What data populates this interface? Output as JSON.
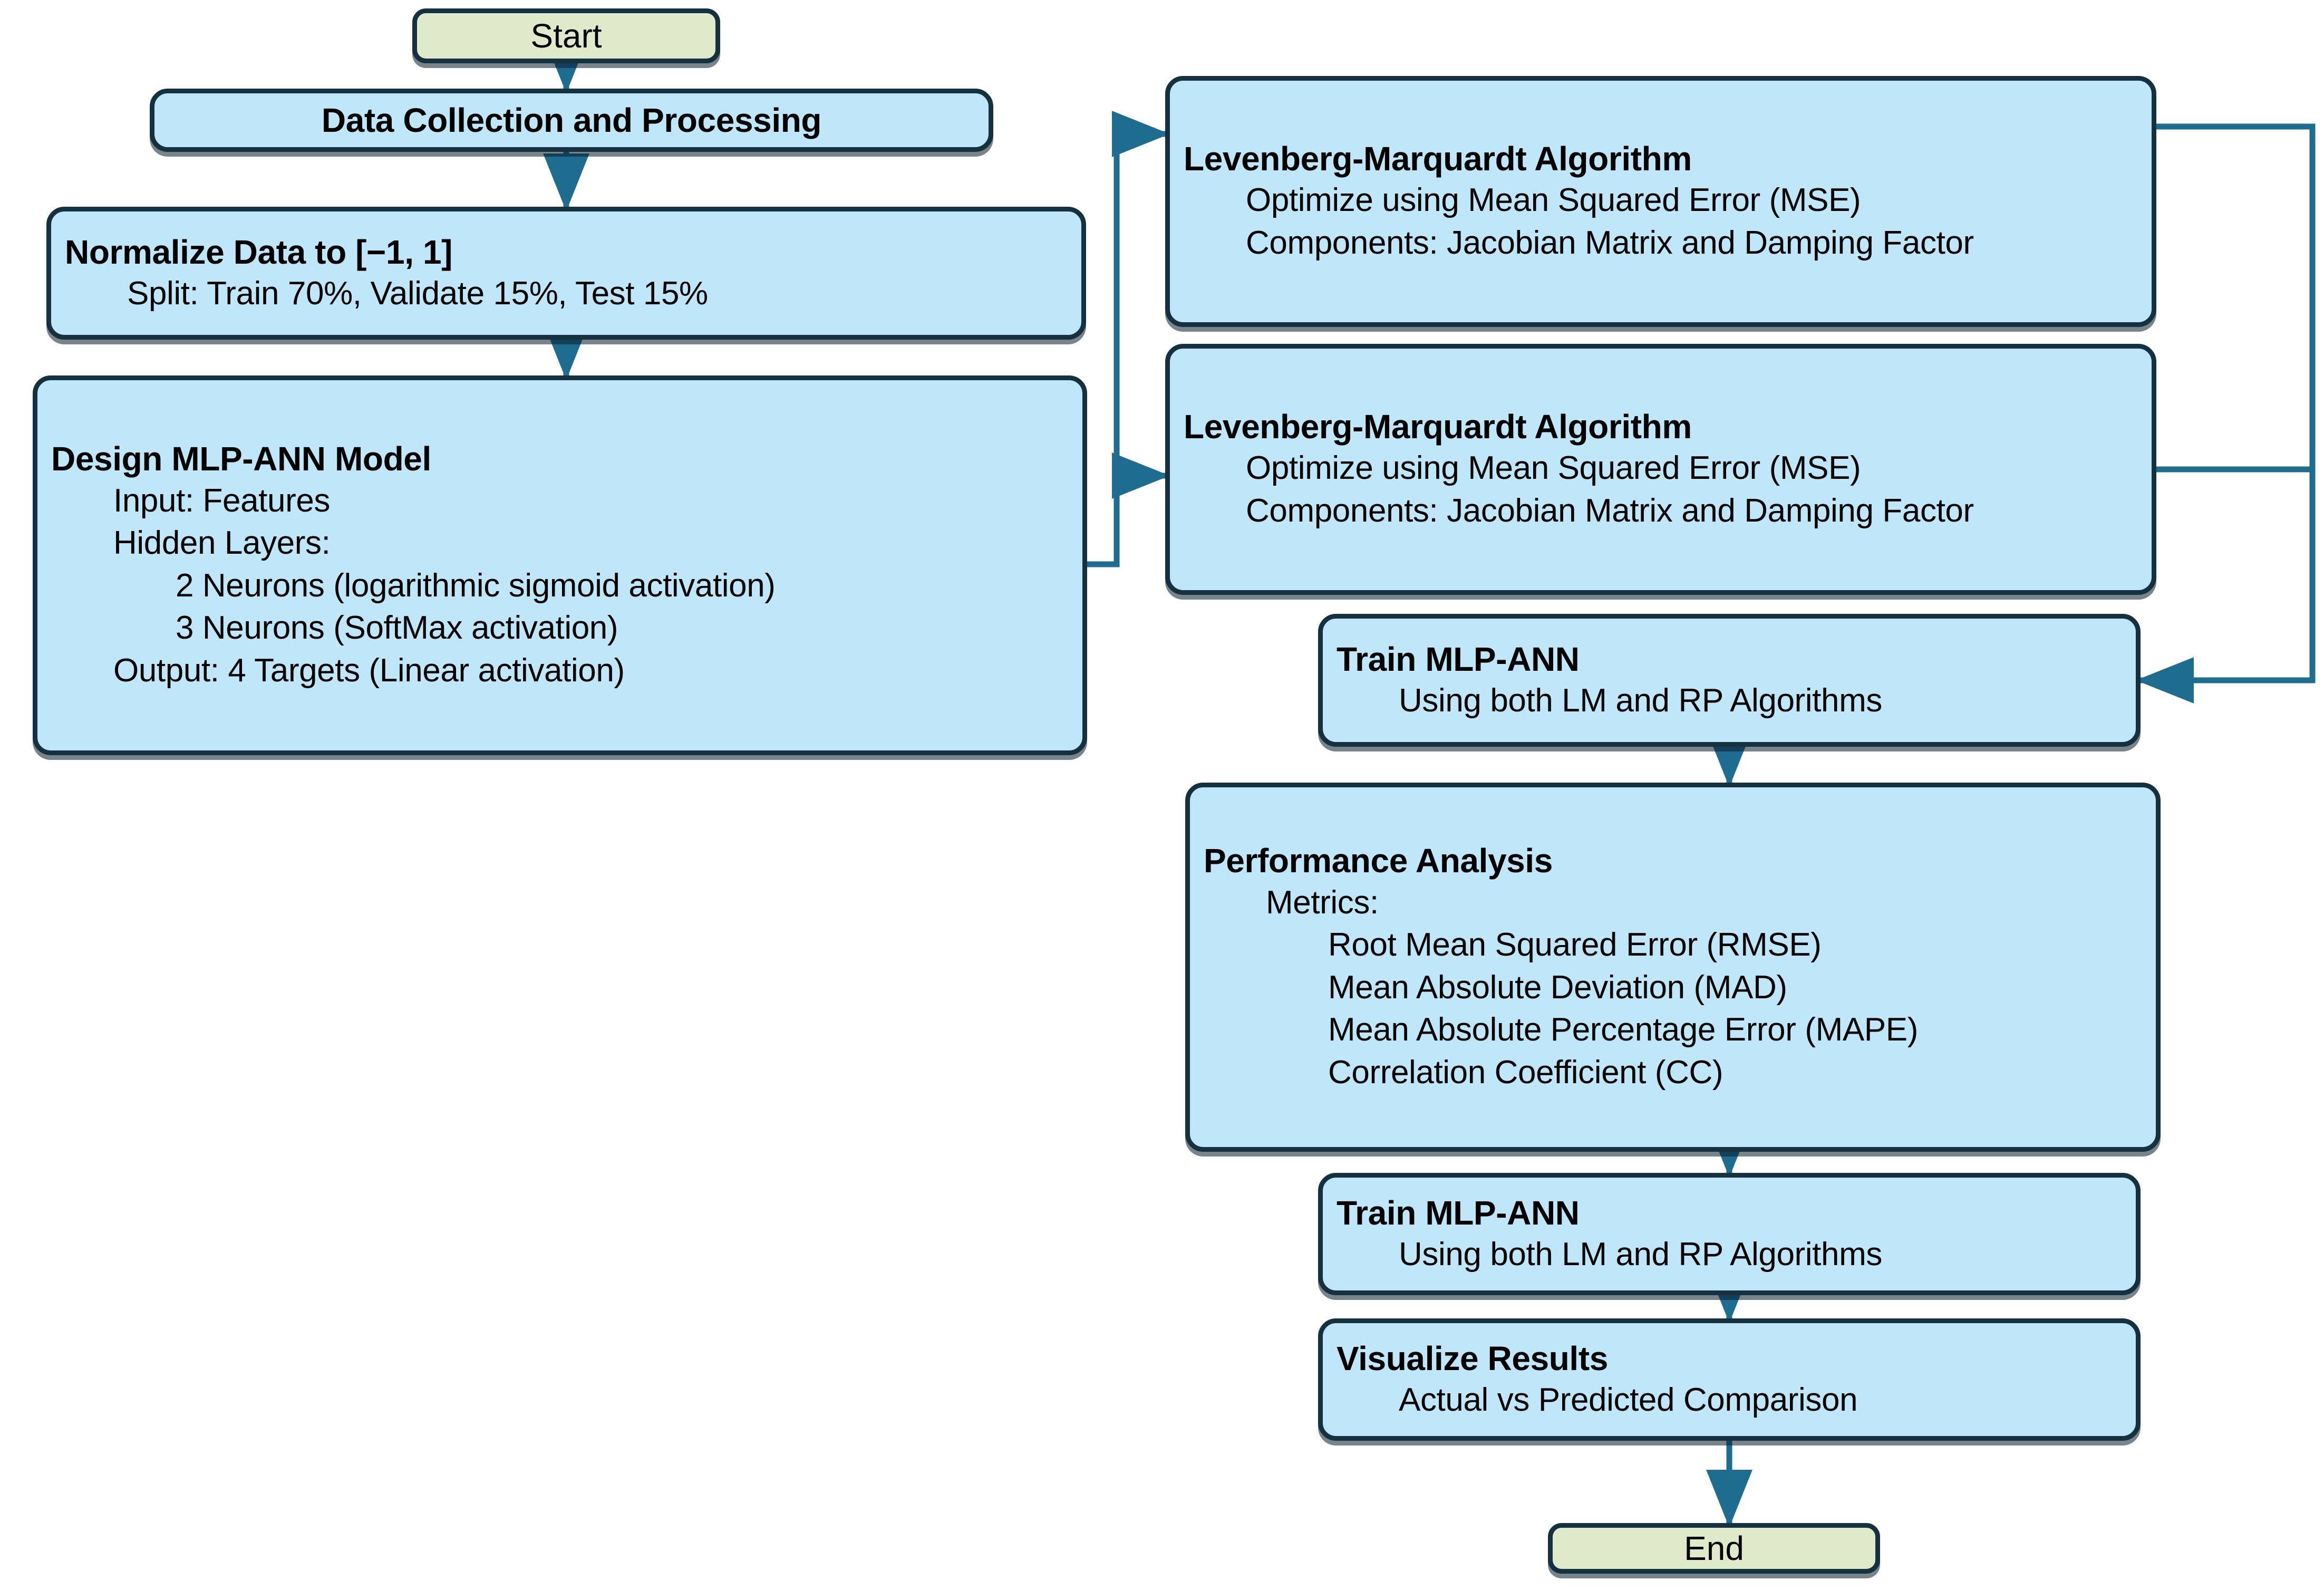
{
  "diagram": {
    "type": "flowchart",
    "title": "MLP-ANN modelling workflow flowchart",
    "colors": {
      "process_fill": "#bfe6f9",
      "terminal_fill": "#dfeacb",
      "node_border": "#15303f",
      "connector": "#1f6c91",
      "text": "#000000",
      "background": "#ffffff"
    },
    "nodes": {
      "start": {
        "label": "Start",
        "shape": "terminal"
      },
      "collect": {
        "title": "Data Collection and Processing",
        "shape": "process"
      },
      "normalize": {
        "title": "Normalize Data to [−1, 1]",
        "lines": [
          "Split: Train 70%, Validate 15%, Test 15%"
        ],
        "shape": "process"
      },
      "design": {
        "title": "Design MLP-ANN Model",
        "lines": [
          "Input: Features",
          "Hidden Layers:",
          "2 Neurons (logarithmic sigmoid activation)",
          "3 Neurons (SoftMax activation)",
          "Output: 4 Targets (Linear activation)"
        ],
        "shape": "process"
      },
      "lm1": {
        "title": "Levenberg-Marquardt Algorithm",
        "lines": [
          "Optimize using Mean Squared Error (MSE)",
          "Components: Jacobian Matrix and Damping Factor"
        ],
        "shape": "process"
      },
      "lm2": {
        "title": "Levenberg-Marquardt Algorithm",
        "lines": [
          "Optimize using Mean Squared Error (MSE)",
          "Components: Jacobian Matrix and Damping Factor"
        ],
        "shape": "process"
      },
      "train1": {
        "title": "Train MLP-ANN",
        "lines": [
          "Using both LM and RP Algorithms"
        ],
        "shape": "process"
      },
      "performance": {
        "title": "Performance Analysis",
        "lines": [
          "Metrics:",
          "Root Mean Squared Error (RMSE)",
          "Mean Absolute Deviation (MAD)",
          "Mean Absolute Percentage Error (MAPE)",
          "Correlation Coefficient (CC)"
        ],
        "shape": "process"
      },
      "train2": {
        "title": "Train MLP-ANN",
        "lines": [
          "Using both LM and RP Algorithms"
        ],
        "shape": "process"
      },
      "visualize": {
        "title": "Visualize Results",
        "lines": [
          "Actual vs Predicted Comparison"
        ],
        "shape": "process"
      },
      "end": {
        "label": "End",
        "shape": "terminal"
      }
    },
    "edges": [
      {
        "from": "start",
        "to": "collect",
        "style": "straight-down"
      },
      {
        "from": "collect",
        "to": "normalize",
        "style": "straight-down"
      },
      {
        "from": "normalize",
        "to": "design",
        "style": "straight-down"
      },
      {
        "from": "design",
        "to": "lm1",
        "style": "elbow-right-up"
      },
      {
        "from": "design",
        "to": "lm2",
        "style": "elbow-right-up"
      },
      {
        "from": "lm1",
        "to": "train1",
        "style": "elbow-right-down"
      },
      {
        "from": "lm2",
        "to": "train1",
        "style": "elbow-right-down"
      },
      {
        "from": "train1",
        "to": "performance",
        "style": "straight-down"
      },
      {
        "from": "performance",
        "to": "train2",
        "style": "straight-down"
      },
      {
        "from": "train2",
        "to": "visualize",
        "style": "straight-down"
      },
      {
        "from": "visualize",
        "to": "end",
        "style": "straight-down"
      }
    ]
  }
}
